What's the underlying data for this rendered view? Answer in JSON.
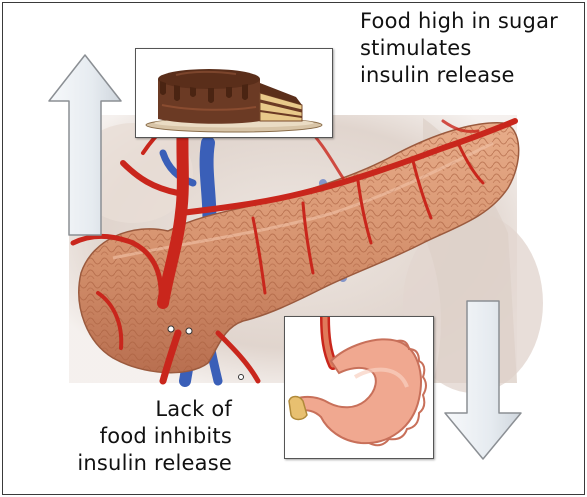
{
  "captions": {
    "sugar": {
      "line1": "Food high in sugar",
      "line2": "stimulates",
      "line3": "insulin release"
    },
    "fasting": {
      "line1": "Lack of",
      "line2": "food inhibits",
      "line3": "insulin release"
    }
  },
  "arrows": {
    "up": "arrow-up",
    "down": "arrow-down"
  },
  "colors": {
    "arrow_fill": "#e9edf1",
    "arrow_stroke": "#8b8f94",
    "pancreas": "#d99a7a",
    "vessel_red": "#c9261c",
    "vessel_blue": "#3a5fb8",
    "background_tissue": "#e6dcd5"
  }
}
